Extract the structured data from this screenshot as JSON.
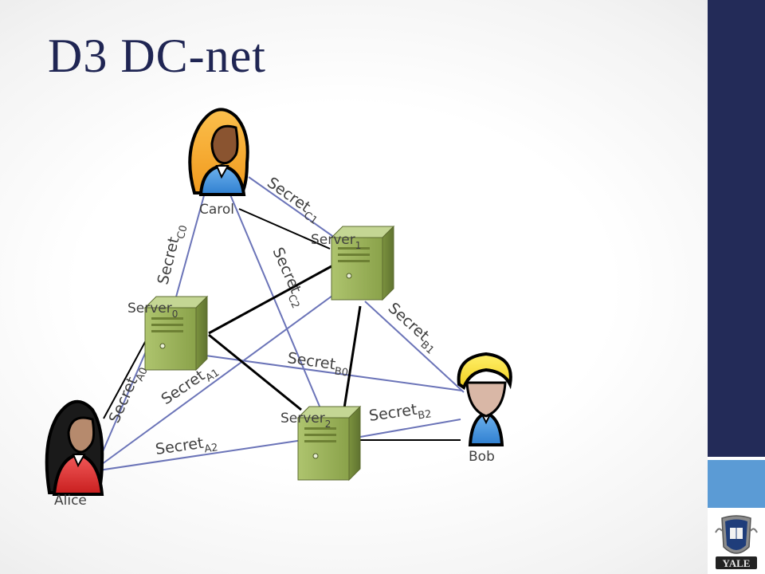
{
  "title": "D3 DC-net",
  "logo_text": "YALE",
  "colors": {
    "title": "#1f2553",
    "sidebar_dark": "#232b58",
    "sidebar_accent": "#5b9bd5",
    "secret_line": "#6b74b8",
    "server_line": "#000000",
    "server_body": "#9ab25a"
  },
  "nodes": {
    "carol": {
      "label": "Carol"
    },
    "alice": {
      "label": "Alice"
    },
    "bob": {
      "label": "Bob"
    },
    "server0": {
      "label": "Server",
      "sub": "0"
    },
    "server1": {
      "label": "Server",
      "sub": "1"
    },
    "server2": {
      "label": "Server",
      "sub": "2"
    }
  },
  "secrets": {
    "c0": {
      "label": "Secret",
      "sub": "C0"
    },
    "c1": {
      "label": "Secret",
      "sub": "C1"
    },
    "c2": {
      "label": "Secret",
      "sub": "C2"
    },
    "a0": {
      "label": "Secret",
      "sub": "A0"
    },
    "a1": {
      "label": "Secret",
      "sub": "A1"
    },
    "a2": {
      "label": "Secret",
      "sub": "A2"
    },
    "b0": {
      "label": "Secret",
      "sub": "B0"
    },
    "b1": {
      "label": "Secret",
      "sub": "B1"
    },
    "b2": {
      "label": "Secret",
      "sub": "B2"
    }
  }
}
